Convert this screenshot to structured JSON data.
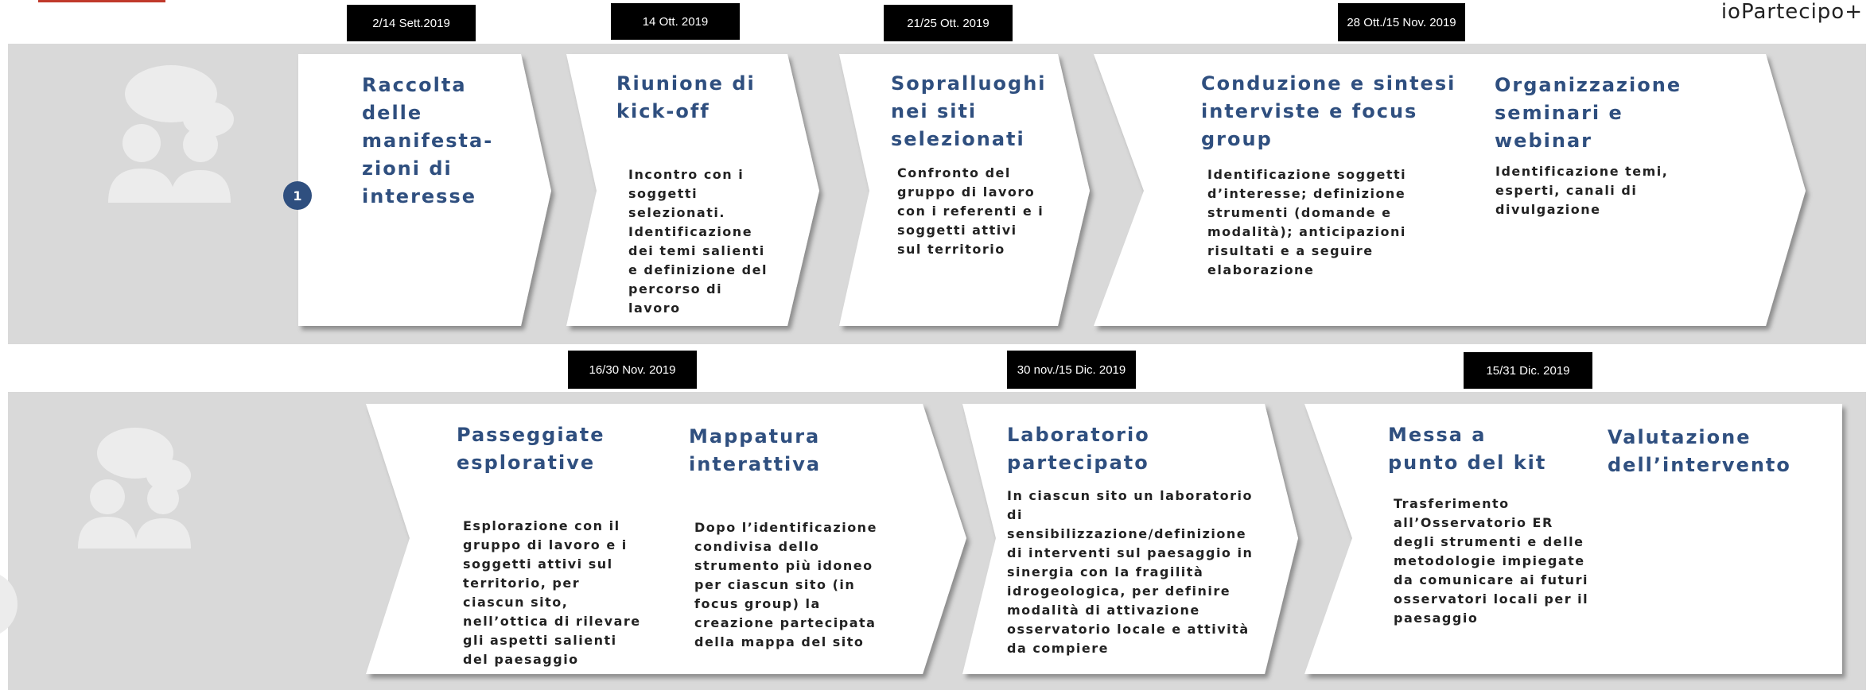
{
  "brand": "ioPartecipo+",
  "colors": {
    "band": "#d9d9d9",
    "title": "#2f4f7f",
    "step_badge": "#2f4f7f",
    "date_box": "#000000",
    "red_accent": "#c0392b"
  },
  "icons": {
    "people": "people-chat-icon"
  },
  "row1": {
    "step_number": "1",
    "dates": [
      "2/14 Sett.2019",
      "14 Ott. 2019",
      "21/25 Ott. 2019",
      "28 Ott./15 Nov. 2019"
    ],
    "steps": [
      {
        "title": "Raccolta delle manifesta-zioni di interesse",
        "body": ""
      },
      {
        "title": "Riunione di kick-off",
        "body": "Incontro con i soggetti selezionati. Identificazione dei temi salienti e definizione del percorso di lavoro"
      },
      {
        "title": "Sopralluoghi nei siti selezionati",
        "body": "Confronto del gruppo di lavoro con i referenti e i soggetti attivi sul territorio"
      },
      {
        "title": "Conduzione e sintesi interviste e focus group",
        "body": "Identificazione soggetti d’interesse; definizione strumenti (domande e modalità); anticipazioni risultati e a seguire elaborazione"
      },
      {
        "title": "Organizzazione seminari e webinar",
        "body": "Identificazione temi, esperti, canali di divulgazione"
      }
    ]
  },
  "row2": {
    "dates": [
      "16/30 Nov. 2019",
      "30 nov./15 Dic. 2019",
      "15/31 Dic. 2019"
    ],
    "steps": [
      {
        "title": "Passeggiate esplorative",
        "body": "Esplorazione con il gruppo di lavoro e i soggetti attivi sul territorio, per ciascun sito, nell’ottica di rilevare gli aspetti salienti del paesaggio"
      },
      {
        "title": "Mappatura interattiva",
        "body": "Dopo l’identificazione condivisa dello strumento più idoneo per ciascun sito (in focus group) la creazione partecipata della mappa del sito"
      },
      {
        "title": "Laboratorio partecipato",
        "body": "In ciascun sito un laboratorio di sensibilizzazione/definizione di interventi sul paesaggio in sinergia con la fragilità idrogeologica, per definire modalità di attivazione osservatorio locale e attività da compiere"
      },
      {
        "title": "Messa a punto del kit",
        "body": "Trasferimento all’Osservatorio ER degli strumenti e delle metodologie impiegate da comunicare ai futuri osservatori locali per il paesaggio"
      },
      {
        "title": "Valutazione dell’intervento",
        "body": ""
      }
    ]
  }
}
